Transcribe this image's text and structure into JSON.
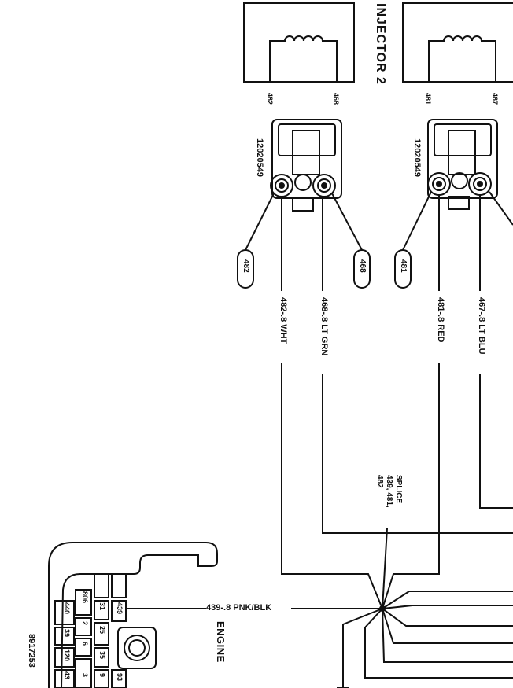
{
  "injector_title": "INJECTOR 2",
  "injectors": [
    {
      "pins": [
        "482",
        "468"
      ],
      "connector_part": "12020549",
      "callouts": [
        "482",
        "468"
      ],
      "wires": [
        "482-.8 WHT",
        "468-.8 LT GRN"
      ]
    },
    {
      "pins": [
        "481",
        "467"
      ],
      "connector_part": "12020549",
      "callouts": [
        "481"
      ],
      "wires": [
        "481-.8 RED",
        "467-.8 LT BLU"
      ]
    }
  ],
  "splice": {
    "label": "SPLICE",
    "circuits": "439, 481,",
    "circuits2": "482"
  },
  "feed_wire": "439-.8 PNK/BLK",
  "engine_label": "ENGINE",
  "diagram_number": "8917253",
  "fuse_block": {
    "column1": [
      "440",
      "39",
      "120",
      "43"
    ],
    "column2": [
      "806",
      "2",
      "6",
      "3"
    ],
    "column3": [
      "31",
      "25",
      "35",
      "9"
    ],
    "column4": [
      "439",
      "",
      "",
      "93"
    ]
  }
}
